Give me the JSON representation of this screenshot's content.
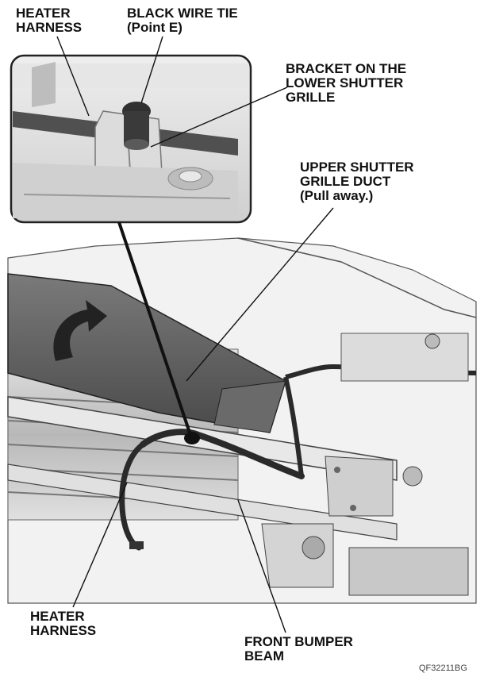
{
  "labels": {
    "heater_harness_top": "HEATER\nHARNESS",
    "black_wire_tie": "BLACK WIRE TIE\n(Point E)",
    "bracket": "BRACKET ON THE\nLOWER SHUTTER\nGRILLE",
    "upper_duct": "UPPER SHUTTER\nGRILLE DUCT\n(Pull away.)",
    "heater_harness_bottom": "HEATER\nHARNESS",
    "front_bumper_beam": "FRONT BUMPER\nBEAM"
  },
  "figure_code": "QF32211BG",
  "colors": {
    "ink": "#111111",
    "metal_light": "#d9d9d9",
    "metal_mid": "#a8a8a8",
    "duct_dark": "#5a5a5a",
    "harness": "#3a3a3a"
  }
}
